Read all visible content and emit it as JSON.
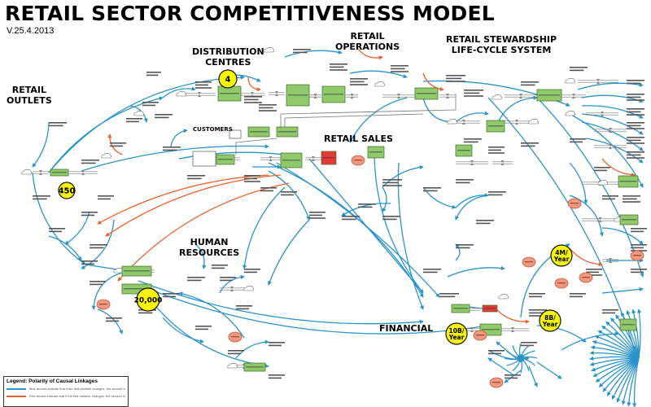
{
  "title": "RETAIL SECTOR COMPETITIVENESS MODEL",
  "version": "V.25.4.2013",
  "sections": {
    "retail_outlets": "RETAIL\nOUTLETS",
    "distribution_centres": "DISTRIBUTION\nCENTRES",
    "retail_operations": "RETAIL\nOPERATIONS",
    "retail_stewardship": "RETAIL STEWARDSHIP\nLIFE-CYCLE SYSTEM",
    "customers": "CUSTOMERS",
    "retail_sales": "RETAIL SALES",
    "human_resources": "HUMAN\nRESOURCES",
    "financial": "FINANCIAL"
  },
  "badges": [
    {
      "id": "dc",
      "text": "4"
    },
    {
      "id": "outlets",
      "text": "450"
    },
    {
      "id": "hr",
      "text": "20,000"
    },
    {
      "id": "fin_a",
      "text": "10B/\nYear"
    },
    {
      "id": "fin_b",
      "text": "8B/\nYear"
    },
    {
      "id": "right",
      "text": "4M/\nYear"
    }
  ],
  "legend": {
    "title": "Legend: Polarity of Causal Linkages",
    "positive_text": "Blue arrows indicate that if the first variable changes, the second variable changes in the same direction",
    "negative_text": "Red arrows indicate that if the first variable changes, the second variable changes in the opposite direction"
  },
  "colors": {
    "positive": "#2a93c9",
    "negative": "#e8622b",
    "stock": "#8fc96a",
    "stock_border": "#3d6b2a",
    "badge": "#f7f500",
    "alert": "#e53935",
    "risk": "#ef9a80"
  }
}
